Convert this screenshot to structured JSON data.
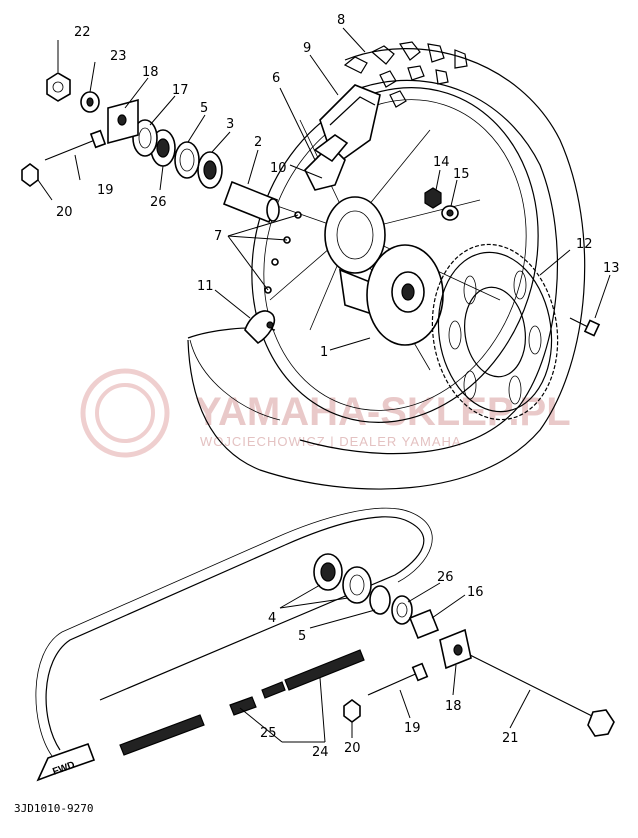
{
  "diagram": {
    "code": "3JD1010-9270",
    "watermark": {
      "brand": "YAMAHA-SKLEP.PL",
      "tagline": "WOJCIECHOWICZ | DEALER YAMAHA"
    },
    "fwd_label": "FWD",
    "callouts": {
      "c1": "1",
      "c2": "2",
      "c3": "3",
      "c4": "4",
      "c5a": "5",
      "c5b": "5",
      "c6": "6",
      "c7": "7",
      "c8": "8",
      "c9": "9",
      "c10": "10",
      "c11": "11",
      "c12": "12",
      "c13": "13",
      "c14": "14",
      "c15": "15",
      "c16": "16",
      "c17": "17",
      "c18a": "18",
      "c18b": "18",
      "c19a": "19",
      "c19b": "19",
      "c20a": "20",
      "c20b": "20",
      "c21": "21",
      "c22": "22",
      "c23": "23",
      "c24": "24",
      "c25": "25",
      "c26a": "26",
      "c26b": "26"
    }
  }
}
